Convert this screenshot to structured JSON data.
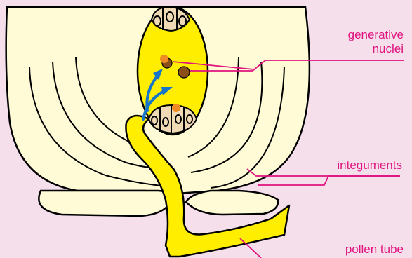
{
  "colors": {
    "background": "#f5dfeb",
    "ovule_tissue": "#fffbd6",
    "embryo_sac": "#ffee00",
    "pollen_tube": "#ffee00",
    "cell": "#f0d9b5",
    "nucleus_orange": "#f08a24",
    "nucleus_brown": "#8a5018",
    "arrow": "#1576c9",
    "label": "#e0137f"
  },
  "labels": {
    "generative_nuclei": [
      "generative",
      "nuclei"
    ],
    "integuments": "integuments",
    "pollen_tube": "pollen tube"
  }
}
